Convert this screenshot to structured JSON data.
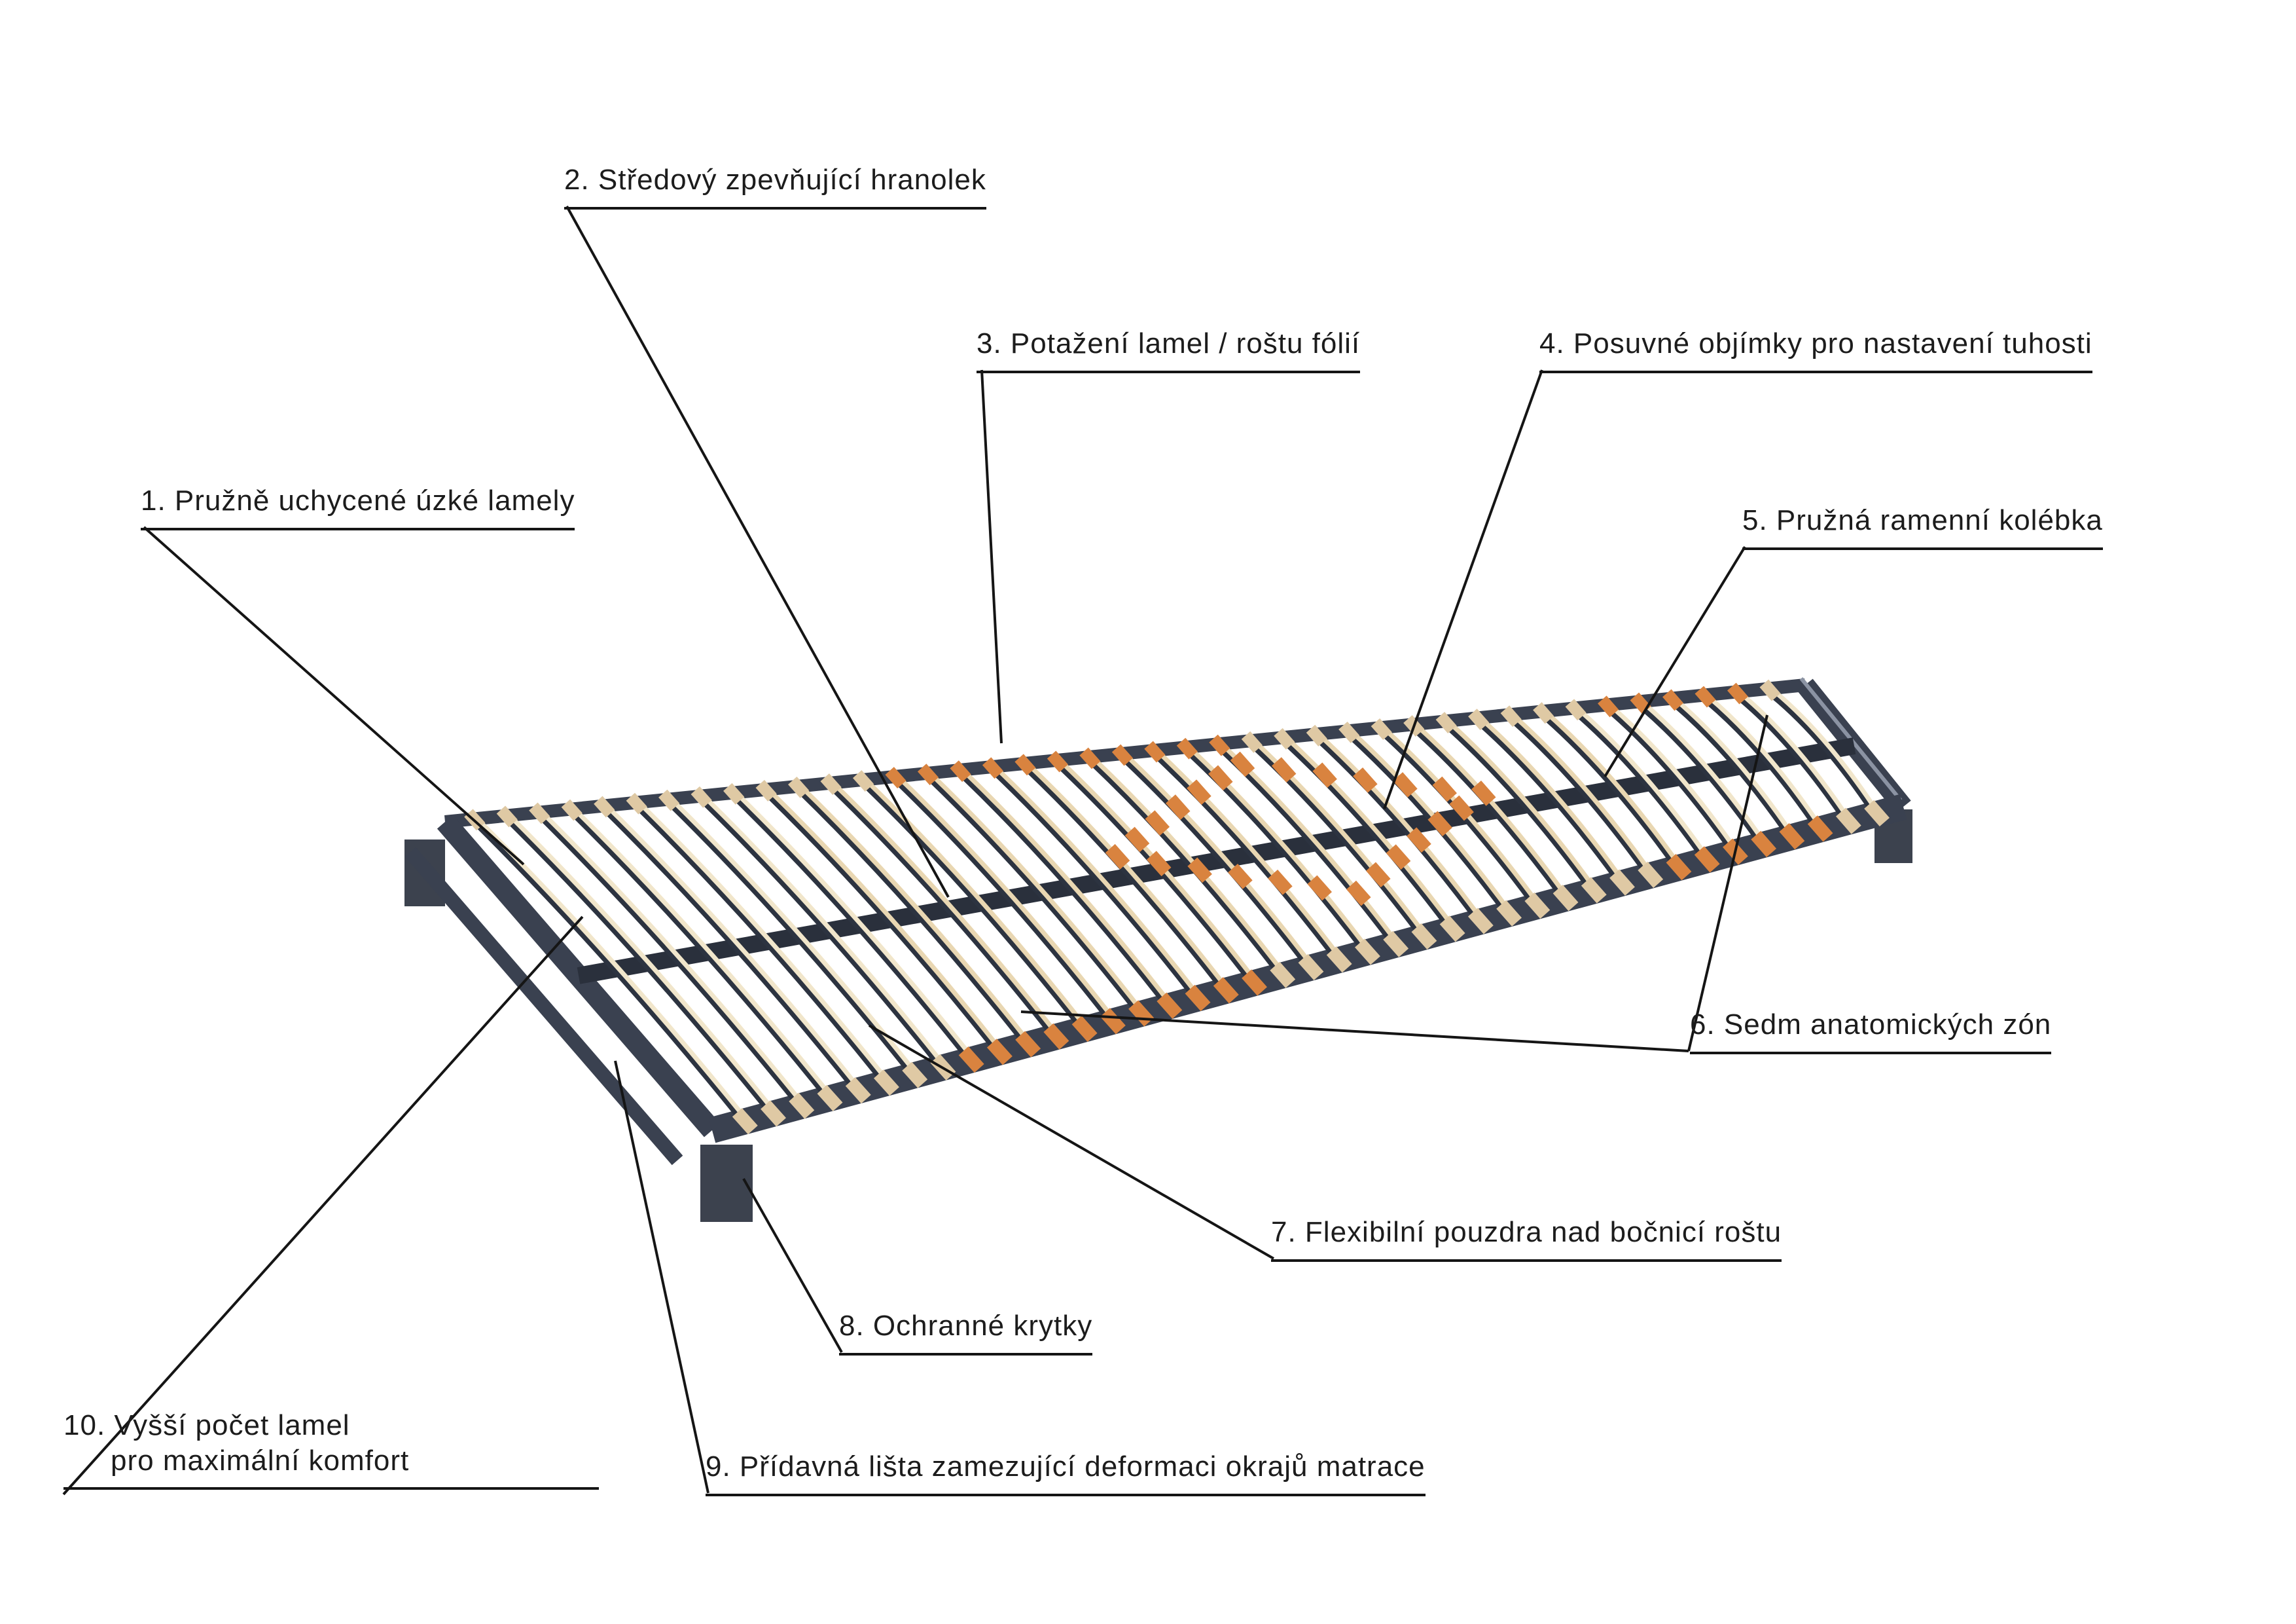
{
  "annotations": {
    "a1": {
      "text": "1. Pružně uchycené úzké lamely"
    },
    "a2": {
      "text": "2. Středový zpevňující hranolek"
    },
    "a3": {
      "text": "3. Potažení lamel / roštu fólií"
    },
    "a4": {
      "text": "4. Posuvné objímky pro nastavení tuhosti"
    },
    "a5": {
      "text": "5. Pružná ramenní kolébka"
    },
    "a6": {
      "text": "6. Sedm anatomických zón"
    },
    "a7": {
      "text": "7. Flexibilní pouzdra nad bočnicí roštu"
    },
    "a8": {
      "text": "8. Ochranné krytky"
    },
    "a9": {
      "text": "9. Přídavná lišta zamezující deformaci okrajů matrace"
    },
    "a10": {
      "line1": "10. Vyšší počet lamel",
      "line2": "pro maximální komfort"
    }
  },
  "colors": {
    "background": "#ffffff",
    "text": "#1c1c1c",
    "leader_line": "#151515",
    "frame": "#3a4150",
    "frame_dark": "#2a303c",
    "frame_light": "#8b93a3",
    "leg": "#3c424e",
    "slat_light": "#e9d7b2",
    "slat_pale": "#f1e6cb",
    "slat_shadow": "#2c3340",
    "cap_tan": "#dfc9a4",
    "cap_orange": "#d9833f"
  }
}
